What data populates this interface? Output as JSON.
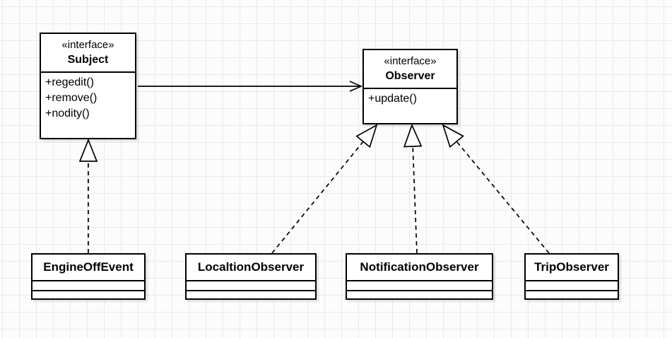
{
  "diagram": {
    "type": "uml-class-diagram",
    "colors": {
      "stroke": "#000000",
      "node_fill": "#ffffff",
      "canvas_background": "#fcfcfc",
      "grid_line": "#e9e9e9"
    },
    "nodes": {
      "subject": {
        "stereotype": "«interface»",
        "name": "Subject",
        "methods": [
          "+regedit()",
          "+remove()",
          "+nodity()"
        ]
      },
      "observer": {
        "stereotype": "«interface»",
        "name": "Observer",
        "methods": [
          "+update()"
        ]
      },
      "engine_off_event": {
        "name": "EngineOffEvent"
      },
      "localtion_observer": {
        "name": "LocaltionObserver"
      },
      "notification_observer": {
        "name": "NotificationObserver"
      },
      "trip_observer": {
        "name": "TripObserver"
      }
    },
    "edges": [
      {
        "from": "Subject",
        "to": "Observer",
        "type": "association",
        "style": "solid-open-arrow"
      },
      {
        "from": "EngineOffEvent",
        "to": "Subject",
        "type": "realization",
        "style": "dashed-hollow-triangle"
      },
      {
        "from": "LocaltionObserver",
        "to": "Observer",
        "type": "realization",
        "style": "dashed-hollow-triangle"
      },
      {
        "from": "NotificationObserver",
        "to": "Observer",
        "type": "realization",
        "style": "dashed-hollow-triangle"
      },
      {
        "from": "TripObserver",
        "to": "Observer",
        "type": "realization",
        "style": "dashed-hollow-triangle"
      }
    ]
  }
}
